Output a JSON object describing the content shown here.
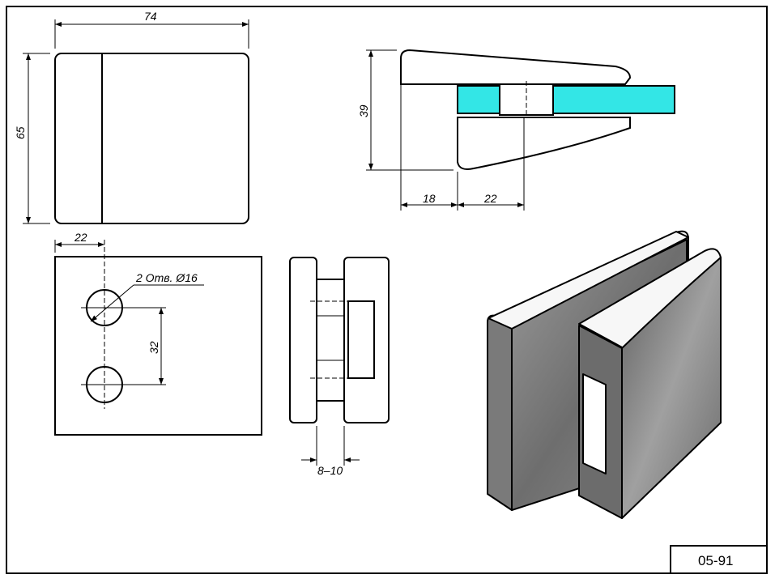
{
  "drawing": {
    "code": "05-91",
    "dimensions": {
      "width": "74",
      "height": "65",
      "profile_height": "39",
      "offset_1": "18",
      "offset_2": "22",
      "hole_offset": "22",
      "hole_spacing": "32",
      "holes_note": "2 Отв. Ø16",
      "glass_thickness": "8–10"
    },
    "colors": {
      "glass": "#33e6e6",
      "line": "#000000",
      "metal": "#8a8a8a"
    }
  }
}
